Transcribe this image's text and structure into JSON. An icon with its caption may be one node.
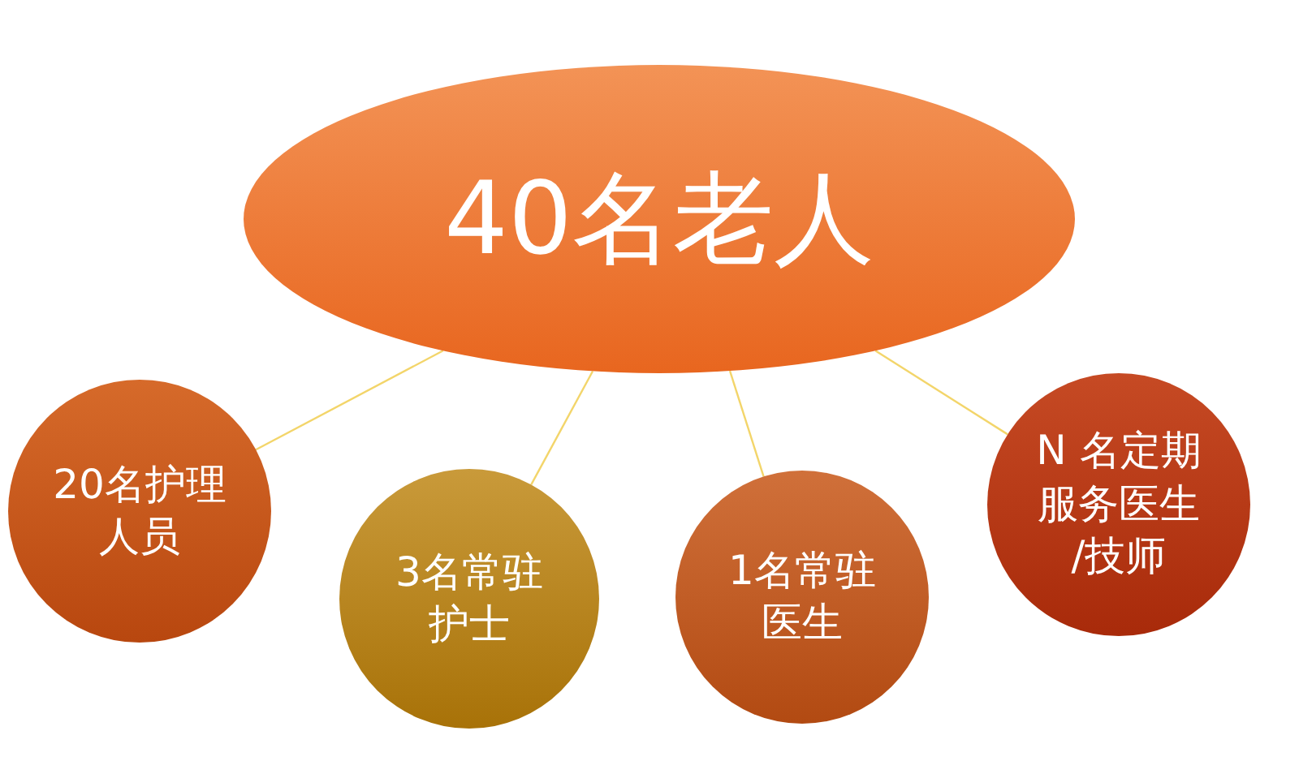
{
  "diagram": {
    "nodes": [
      {
        "text": [
          "40名老人"
        ]
      },
      {
        "text": [
          "20名护理人员"
        ]
      },
      {
        "text": [
          "3名常驻护士"
        ]
      },
      {
        "text": [
          "1名常驻医生"
        ]
      },
      {
        "text": [
          "N 名定期服务医生/技师"
        ]
      }
    ],
    "edges": [
      {
        "from": 0,
        "to": 1,
        "arrow": "none",
        "color": "#f3d56a"
      },
      {
        "from": 0,
        "to": 2,
        "arrow": "none",
        "color": "#f3d56a"
      },
      {
        "from": 0,
        "to": 3,
        "arrow": "none",
        "color": "#f3d56a"
      },
      {
        "from": 0,
        "to": 4,
        "arrow": "none",
        "color": "#f3d56a"
      }
    ]
  }
}
